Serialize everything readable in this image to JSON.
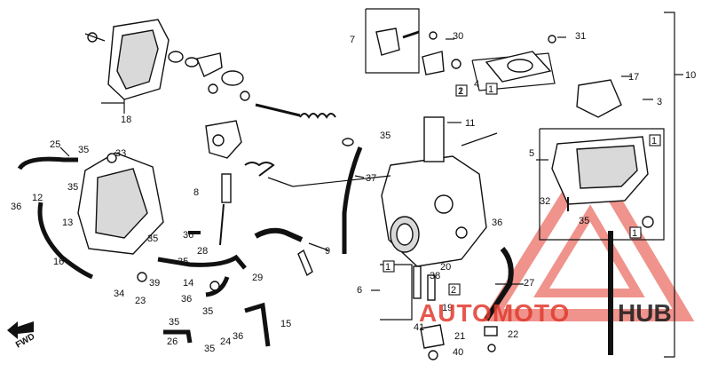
{
  "diagram": {
    "callouts": [
      "1",
      "2",
      "3",
      "4",
      "5",
      "6",
      "7",
      "8",
      "9",
      "10",
      "11",
      "12",
      "13",
      "14",
      "15",
      "16",
      "17",
      "18",
      "19",
      "20",
      "21",
      "22",
      "23",
      "24",
      "25",
      "26",
      "27",
      "28",
      "29",
      "30",
      "31",
      "32",
      "33",
      "34",
      "35",
      "36",
      "37",
      "38",
      "39",
      "40",
      "41"
    ],
    "fwd_label": "FWD"
  },
  "watermark": {
    "word_a": "AUTOMOTO",
    "word_b": "HUB",
    "color_a": "#e23a2e",
    "color_b": "#1a1a1a"
  }
}
